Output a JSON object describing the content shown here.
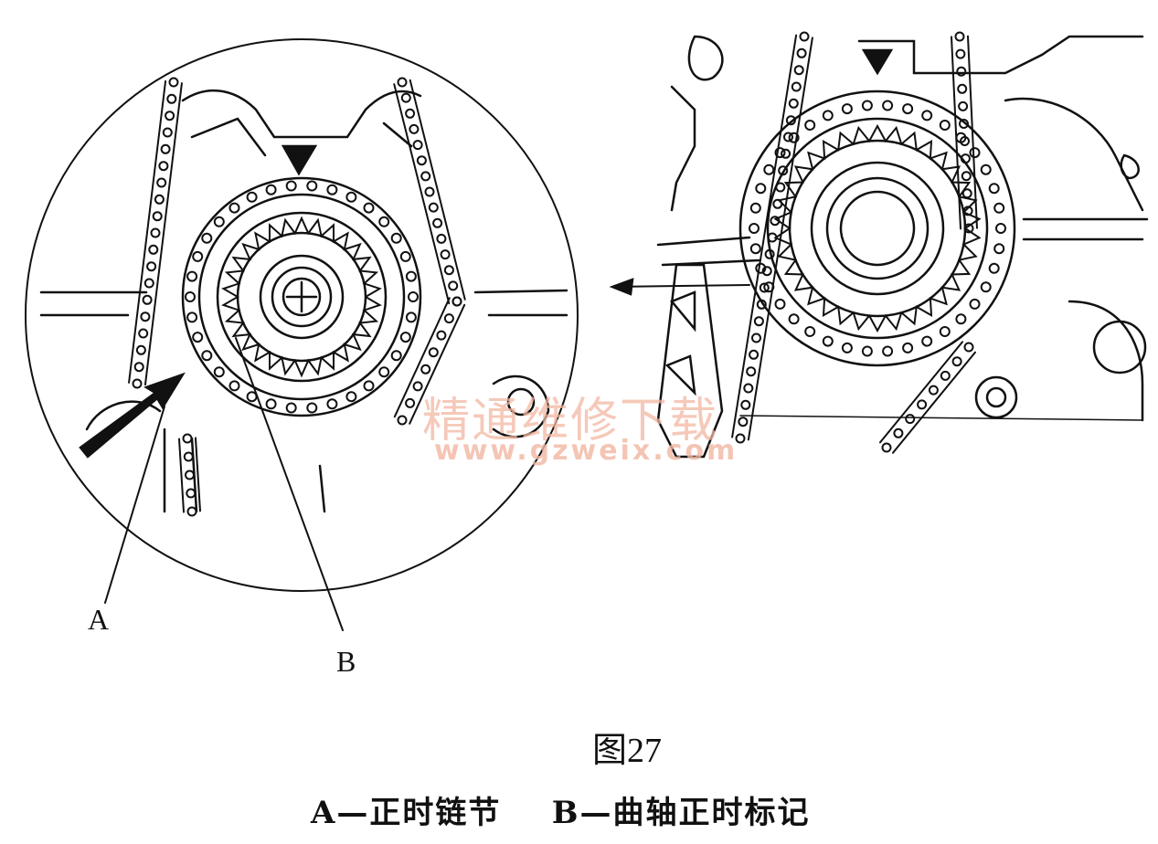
{
  "labels": {
    "a": "A",
    "b": "B"
  },
  "figure_number": "图27",
  "caption": {
    "a_part": "A—正时链节",
    "b_part": "B—曲轴正时标记"
  },
  "watermark": {
    "chinese": "精通维修下载",
    "url": "www.gzweix.com"
  },
  "colors": {
    "ink": "#111111",
    "watermark": "#f2b7a2"
  }
}
